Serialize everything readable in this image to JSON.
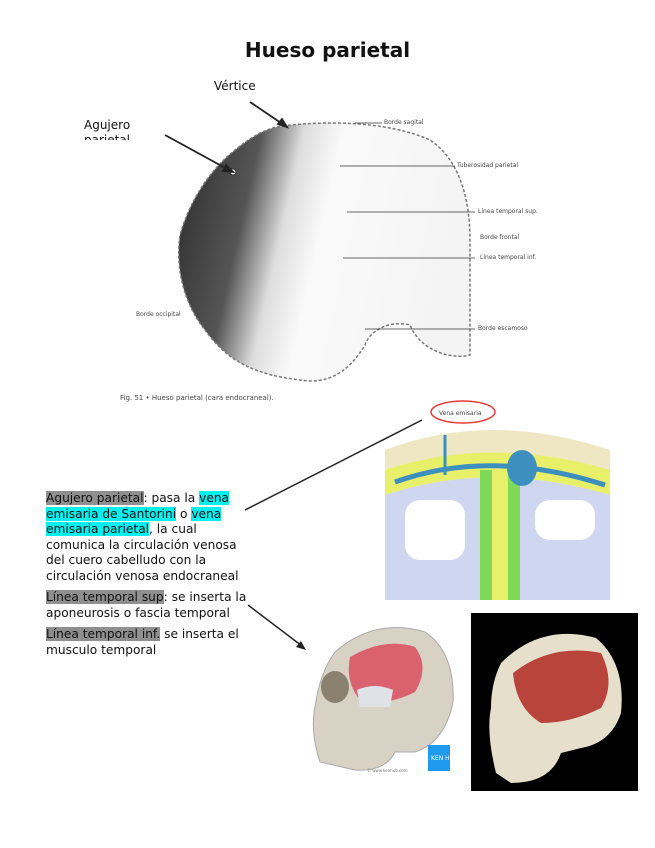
{
  "title": "Hueso parietal",
  "bone_figure": {
    "vertex_label": "Vértice",
    "foramen_label": "Agujero parietal",
    "labels": {
      "sagittal": "Borde sagital",
      "tuberosity": "Tuberosidad parietal",
      "temporal_sup": "Línea temporal sup.",
      "frontal": "Borde frontal",
      "temporal_inf": "Línea temporal inf.",
      "squamous": "Borde escamoso",
      "occipital": "Borde occipital"
    },
    "caption": "Fig. 51 • Hueso parietal (cara endocraneal)."
  },
  "meninges_diagram": {
    "circled_label": "Vena emisaria",
    "colors": {
      "bone": "#efe6c4",
      "dura": "#e8f06a",
      "arachnoid": "#7ed957",
      "pia": "#d8f0b0",
      "cortex": "#cfd6f0",
      "vein": "#3d8fc0",
      "circle": "#e53935"
    }
  },
  "notes": [
    {
      "term": "Agujero parietal",
      "text_a": ": pasa la ",
      "hl1": "vena emisaria de Santorini",
      "text_b": " o ",
      "hl2": "vena emisaria parietal",
      "text_c": ", la cual comunica la circulación venosa del cuero cabelludo con la circulación venosa endocraneal"
    },
    {
      "term": "Línea temporal sup",
      "text": ": se inserta la aponeurosis o fascia temporal"
    },
    {
      "term": "Línea temporal inf.",
      "text": " se inserta el musculo temporal"
    }
  ],
  "skull_images": {
    "kenhub_logo": "KEN HUB",
    "watermark": "© www.kenhub.com"
  }
}
